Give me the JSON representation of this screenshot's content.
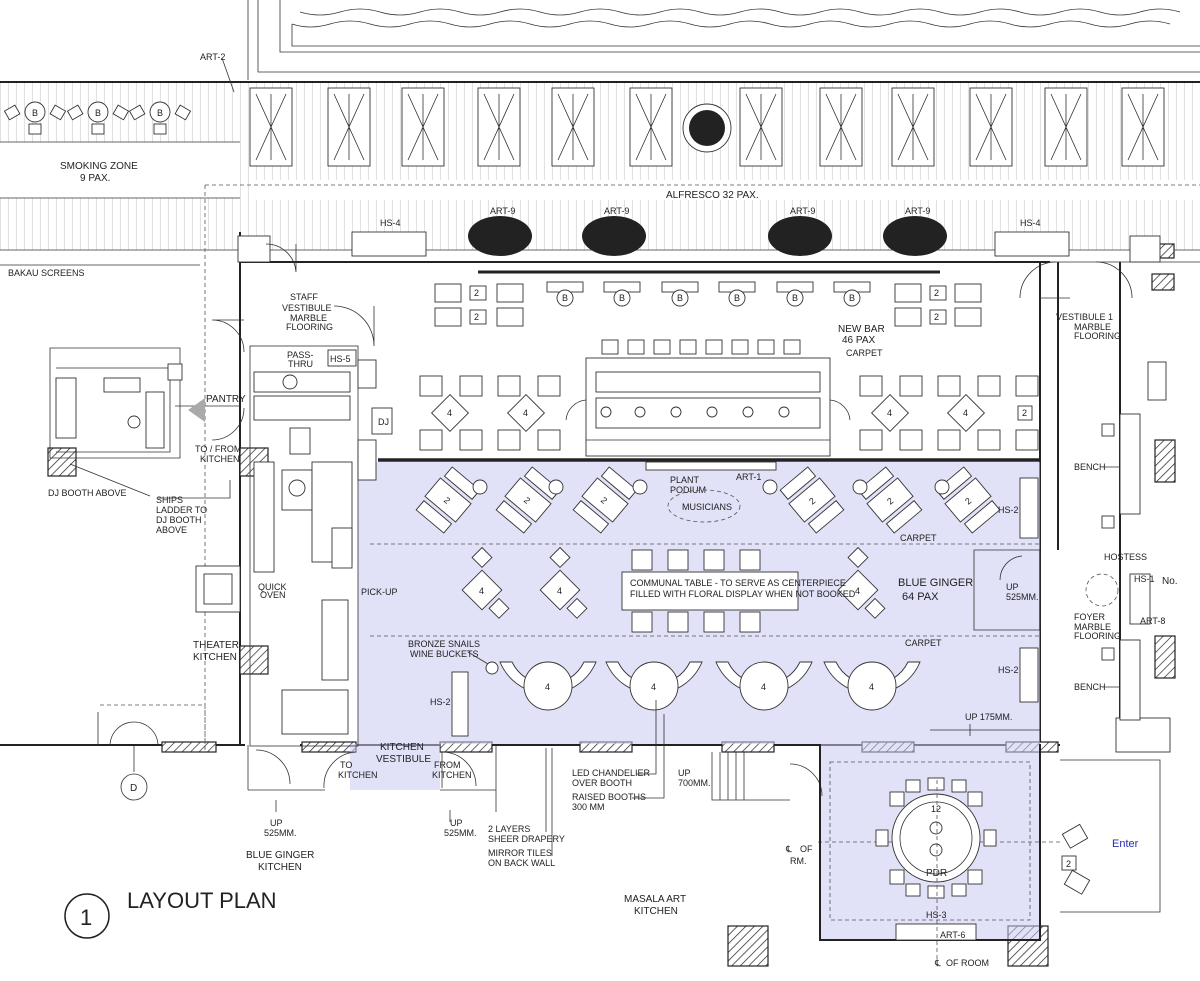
{
  "plan": {
    "title": "LAYOUT PLAN",
    "number": "1",
    "overlay_label": "Enter",
    "labels": {
      "smoking_zone": "SMOKING ZONE",
      "smoking_pax": "9 PAX.",
      "alfresco": "ALFRESCO 32 PAX.",
      "art2": "ART-2",
      "art9": "ART-9",
      "hs4": "HS-4",
      "bakau": "BAKAU SCREENS",
      "staff_vestibule": "STAFF",
      "staff_vestibule2": "VESTIBULE",
      "marble_flooring": "MARBLE",
      "marble_flooring2": "FLOORING",
      "pass_thru": "PASS-",
      "pass_thru2": "THRU",
      "hs5": "HS-5",
      "pantry": "PANTRY",
      "to_from_kitchen": "TO / FROM",
      "to_from_kitchen2": "KITCHEN",
      "dj": "DJ",
      "dj_booth_above": "DJ BOOTH ABOVE",
      "ships_ladder": "SHIPS",
      "ships_ladder2": "LADDER TO",
      "ships_ladder3": "DJ BOOTH",
      "ships_ladder4": "ABOVE",
      "quick_oven": "QUICK",
      "quick_oven2": "OVEN",
      "theater_kitchen": "THEATER",
      "theater_kitchen2": "KITCHEN",
      "pick_up": "PICK-UP",
      "new_bar": "NEW BAR",
      "new_bar_pax": "46 PAX",
      "carpet": "CARPET",
      "vestibule1": "VESTIBULE 1",
      "bench": "BENCH",
      "hostess": "HOSTESS",
      "hs1": "HS-1",
      "no": "No.",
      "foyer": "FOYER",
      "plant_podium": "PLANT",
      "plant_podium2": "PODIUM",
      "art1": "ART-1",
      "musicians": "MUSICIANS",
      "hs2": "HS-2",
      "communal_table": "COMMUNAL TABLE - TO SERVE AS CENTERPIECE",
      "communal_table2": "FILLED WITH FLORAL DISPLAY WHEN NOT BOOKED",
      "blue_ginger": "BLUE GINGER",
      "blue_ginger_pax": "64 PAX",
      "up": "UP",
      "up_525": "525MM.",
      "bronze_snails": "BRONZE SNAILS",
      "wine_buckets": "WINE BUCKETS",
      "up_175": "UP 175MM.",
      "kitchen_vestibule": "KITCHEN",
      "kitchen_vestibule2": "VESTIBULE",
      "to_kitchen": "TO",
      "to_kitchen2": "KITCHEN",
      "from_kitchen": "FROM",
      "from_kitchen2": "KITCHEN",
      "led_chandelier": "LED CHANDELIER",
      "led_chandelier2": "OVER BOOTH",
      "raised_booths": "RAISED BOOTHS",
      "raised_booths2": "300 MM",
      "up_700": "700MM.",
      "two_layers": "2 LAYERS",
      "two_layers2": "SHEER DRAPERY",
      "mirror_tiles": "MIRROR TILES",
      "mirror_tiles2": "ON BACK WALL",
      "blue_ginger_kitchen": "BLUE GINGER",
      "blue_ginger_kitchen2": "KITCHEN",
      "masala_art": "MASALA ART",
      "masala_art2": "KITCHEN",
      "of_rm": "OF",
      "of_rm2": "RM.",
      "of_room": "OF ROOM",
      "pdr": "PDR",
      "hs3": "HS-3",
      "art6": "ART-6",
      "art8": "ART-8",
      "d": "D",
      "cl": "℄",
      "seat_b": "B",
      "seat_2": "2",
      "seat_4": "4",
      "seat_12": "12"
    }
  }
}
